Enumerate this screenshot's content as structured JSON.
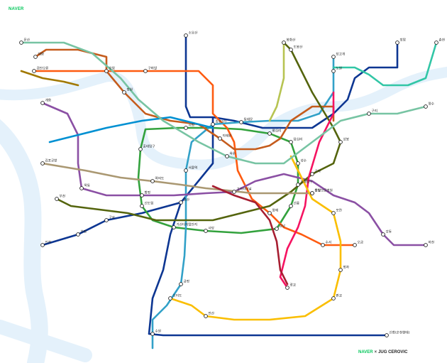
{
  "header": {
    "brand": "NAVER"
  },
  "footer": {
    "brand": "NAVER",
    "separator": "×",
    "partner": "JUG CEROVIC"
  },
  "colors": {
    "line1": "#0d3692",
    "line2": "#33a23d",
    "line3": "#fe5b10",
    "line4": "#32a1c8",
    "line5": "#8b50a4",
    "line6": "#c55c1d",
    "line7": "#54640d",
    "line8": "#f51361",
    "line9": "#aa9872",
    "airport": "#0090d2",
    "suin": "#fabe00",
    "gyeongui": "#77c4a3",
    "sinbundang": "#a71e31",
    "gyeongchun": "#32c6a6",
    "water": "#e4f1fb"
  },
  "stations": [
    {
      "id": "seoul",
      "name": "서울역"
    },
    {
      "id": "city",
      "name": "시청"
    },
    {
      "id": "jongno",
      "name": "종로3가"
    },
    {
      "id": "dongdaemun",
      "name": "동대문"
    },
    {
      "id": "wangsimni",
      "name": "왕십리"
    },
    {
      "id": "gangnam",
      "name": "강남"
    },
    {
      "id": "jamsil",
      "name": "잠실"
    },
    {
      "id": "sadang",
      "name": "사당"
    },
    {
      "id": "hongdae",
      "name": "홍대입구"
    },
    {
      "id": "sindorim",
      "name": "신도림"
    },
    {
      "id": "yeouido",
      "name": "여의도"
    },
    {
      "id": "gimpo",
      "name": "김포공항"
    },
    {
      "id": "yongsan",
      "name": "용산"
    },
    {
      "id": "express",
      "name": "고속터미널"
    },
    {
      "id": "suwon",
      "name": "수원"
    },
    {
      "id": "incheon",
      "name": "인천"
    },
    {
      "id": "bupyeong",
      "name": "부평"
    },
    {
      "id": "soyosan",
      "name": "소요산"
    },
    {
      "id": "geomdan",
      "name": "검단오류"
    },
    {
      "id": "munsan",
      "name": "문산"
    },
    {
      "id": "guri",
      "name": "구리"
    },
    {
      "id": "cheonan",
      "name": "신창(순천향대)"
    },
    {
      "id": "moran",
      "name": "모란"
    },
    {
      "id": "suseo",
      "name": "수서"
    },
    {
      "id": "jeongja",
      "name": "정자"
    },
    {
      "id": "sangbong",
      "name": "상봉"
    },
    {
      "id": "gunja",
      "name": "군자"
    },
    {
      "id": "oksu",
      "name": "옥수"
    },
    {
      "id": "gasan",
      "name": "가산디지털단지"
    },
    {
      "id": "guro",
      "name": "구로"
    },
    {
      "id": "geumjeong",
      "name": "금정"
    },
    {
      "id": "ansan",
      "name": "안산"
    },
    {
      "id": "gwanggyo",
      "name": "광교"
    },
    {
      "id": "dobong",
      "name": "도봉산"
    },
    {
      "id": "nowon",
      "name": "노원"
    },
    {
      "id": "chuncheon",
      "name": "춘천"
    },
    {
      "id": "yangsu",
      "name": "양수"
    },
    {
      "id": "macheon",
      "name": "마천"
    },
    {
      "id": "ogeum",
      "name": "오금"
    },
    {
      "id": "gangdong",
      "name": "강동"
    },
    {
      "id": "bucheon",
      "name": "부천"
    },
    {
      "id": "oido",
      "name": "오이도"
    },
    {
      "id": "dangogae",
      "name": "당고개"
    },
    {
      "id": "eungam",
      "name": "응암"
    },
    {
      "id": "bonghwasan",
      "name": "봉화산"
    },
    {
      "id": "jangam",
      "name": "장암"
    },
    {
      "id": "gaehwa",
      "name": "개화"
    },
    {
      "id": "jungang",
      "name": "중앙보훈병원"
    },
    {
      "id": "dapsimni",
      "name": "답십리"
    },
    {
      "id": "itaewon",
      "name": "이태원"
    },
    {
      "id": "hapjeong",
      "name": "합정"
    },
    {
      "id": "mangwon",
      "name": "망원"
    },
    {
      "id": "mokdong",
      "name": "목동"
    },
    {
      "id": "gupabal",
      "name": "구파발"
    },
    {
      "id": "daehwa",
      "name": "대화"
    },
    {
      "id": "seongsu",
      "name": "성수"
    },
    {
      "id": "konkuk",
      "name": "건대입구"
    },
    {
      "id": "seolleung",
      "name": "선릉"
    },
    {
      "id": "yangjae",
      "name": "양재"
    },
    {
      "id": "pangyo",
      "name": "판교"
    }
  ]
}
